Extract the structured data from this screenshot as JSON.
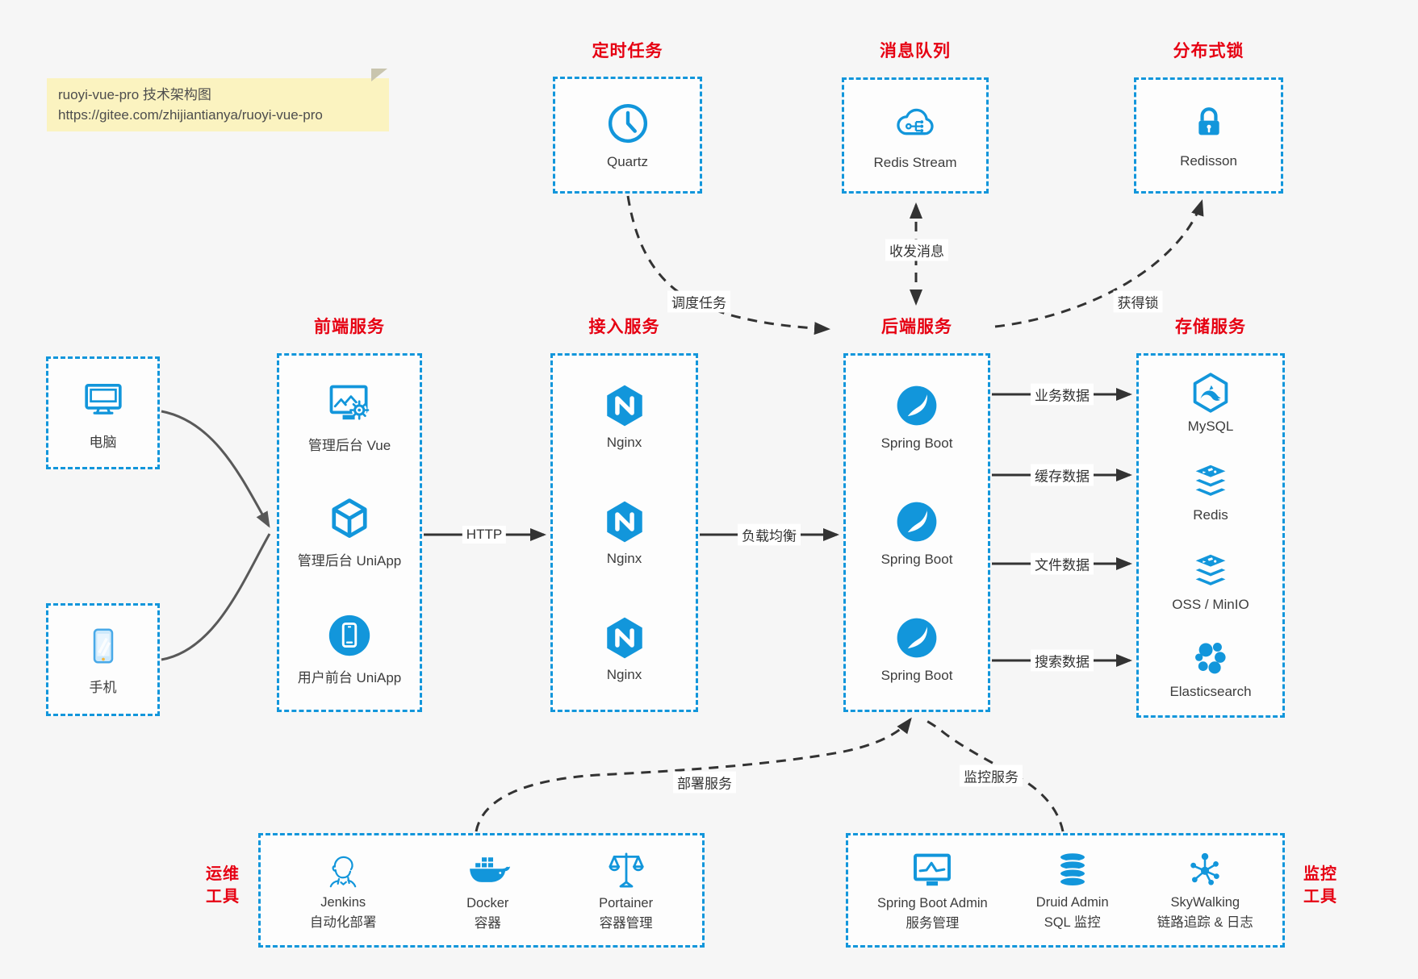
{
  "colors": {
    "accent_blue": "#1296db",
    "title_red": "#e60012",
    "note_bg": "#fbf3c0",
    "wire_dark": "#333333",
    "wire_gray": "#595959"
  },
  "note": {
    "title": "ruoyi-vue-pro 技术架构图",
    "url": "https://gitee.com/zhijiantianya/ruoyi-vue-pro"
  },
  "top_groups": [
    {
      "title": "定时任务",
      "item": {
        "icon": "clock-icon",
        "label": "Quartz"
      }
    },
    {
      "title": "消息队列",
      "item": {
        "icon": "mq-cloud-icon",
        "label": "Redis Stream"
      }
    },
    {
      "title": "分布式锁",
      "item": {
        "icon": "lock-icon",
        "label": "Redisson"
      }
    }
  ],
  "clients": [
    {
      "icon": "computer-icon",
      "label": "电脑"
    },
    {
      "icon": "phone-icon",
      "label": "手机"
    }
  ],
  "columns": [
    {
      "title": "前端服务",
      "items": [
        {
          "icon": "admin-vue-icon",
          "label": "管理后台 Vue"
        },
        {
          "icon": "uniapp-cube-icon",
          "label": "管理后台 UniApp"
        },
        {
          "icon": "user-uniapp-icon",
          "label": "用户前台 UniApp"
        }
      ]
    },
    {
      "title": "接入服务",
      "items": [
        {
          "icon": "nginx-icon",
          "label": "Nginx"
        },
        {
          "icon": "nginx-icon",
          "label": "Nginx"
        },
        {
          "icon": "nginx-icon",
          "label": "Nginx"
        }
      ]
    },
    {
      "title": "后端服务",
      "items": [
        {
          "icon": "spring-boot-icon",
          "label": "Spring Boot"
        },
        {
          "icon": "spring-boot-icon",
          "label": "Spring Boot"
        },
        {
          "icon": "spring-boot-icon",
          "label": "Spring Boot"
        }
      ]
    },
    {
      "title": "存储服务",
      "items": [
        {
          "icon": "mysql-icon",
          "label": "MySQL"
        },
        {
          "icon": "redis-icon",
          "label": "Redis"
        },
        {
          "icon": "oss-minio-icon",
          "label": "OSS / MinIO"
        },
        {
          "icon": "elasticsearch-icon",
          "label": "Elasticsearch"
        }
      ]
    }
  ],
  "bottom_groups": [
    {
      "side_label": "运维\n工具",
      "items": [
        {
          "icon": "jenkins-icon",
          "label": "Jenkins",
          "sublabel": "自动化部署"
        },
        {
          "icon": "docker-icon",
          "label": "Docker",
          "sublabel": "容器"
        },
        {
          "icon": "portainer-icon",
          "label": "Portainer",
          "sublabel": "容器管理"
        }
      ]
    },
    {
      "side_label": "监控\n工具",
      "items": [
        {
          "icon": "spring-boot-admin-icon",
          "label": "Spring Boot Admin",
          "sublabel": "服务管理"
        },
        {
          "icon": "druid-icon",
          "label": "Druid Admin",
          "sublabel": "SQL 监控"
        },
        {
          "icon": "skywalking-icon",
          "label": "SkyWalking",
          "sublabel": "链路追踪 & 日志"
        }
      ]
    }
  ],
  "edges": {
    "http": "HTTP",
    "load_balance": "负载均衡",
    "business_data": "业务数据",
    "cache_data": "缓存数据",
    "file_data": "文件数据",
    "search_data": "搜索数据",
    "schedule_task": "调度任务",
    "send_receive_msg": "收发消息",
    "acquire_lock": "获得锁",
    "deploy_service": "部署服务",
    "monitor_service": "监控服务"
  }
}
